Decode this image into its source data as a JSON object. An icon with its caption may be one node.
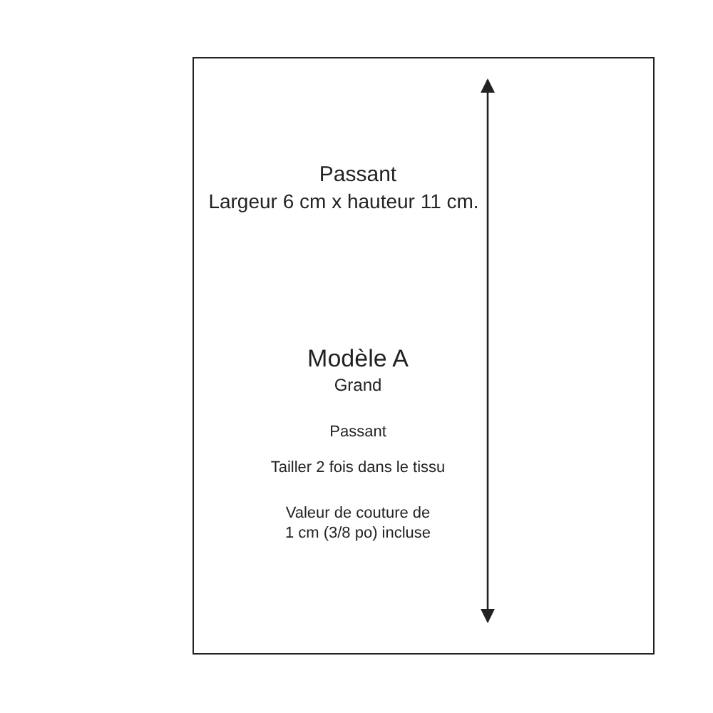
{
  "diagram": {
    "nodes": [
      {
        "text": [
          "Passant",
          "Largeur 6 cm x hauteur 11 cm.",
          "Modèle A",
          "Grand",
          "Passant",
          "Tailler 2 fois dans le tissu",
          "Valeur de couture de 1 cm (3/8 po) incluse"
        ]
      }
    ]
  }
}
